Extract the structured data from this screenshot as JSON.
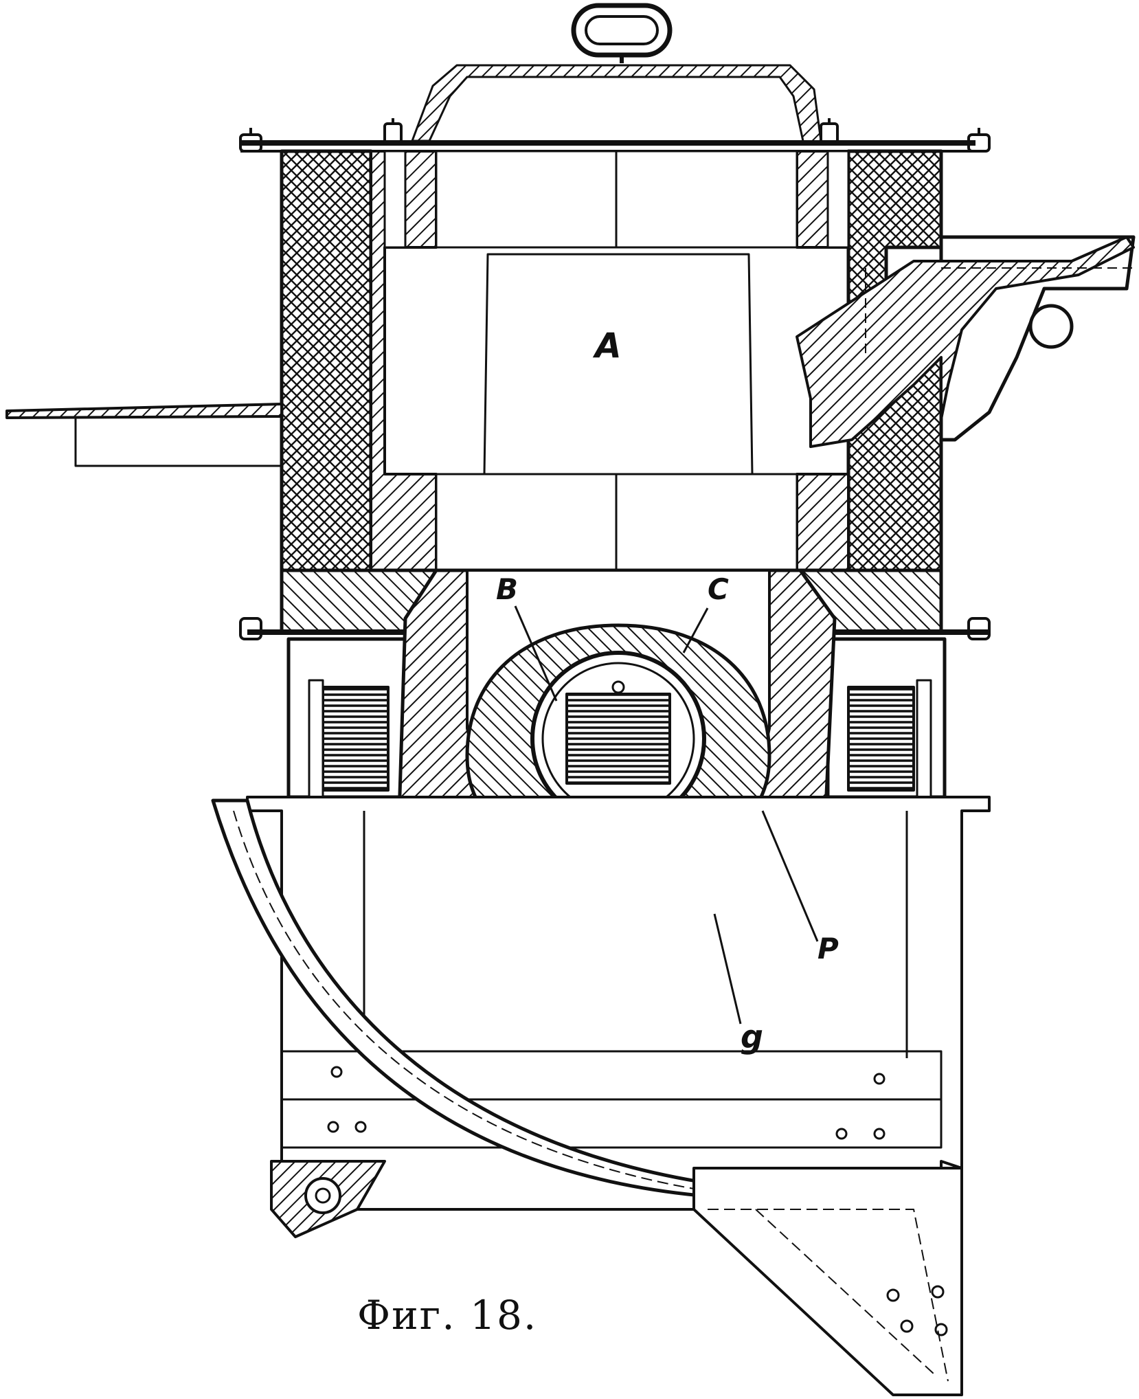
{
  "figure": {
    "caption": "Фиг. 18.",
    "labels": {
      "a": "A",
      "b": "B",
      "c": "C",
      "p": "P",
      "g": "g"
    }
  }
}
